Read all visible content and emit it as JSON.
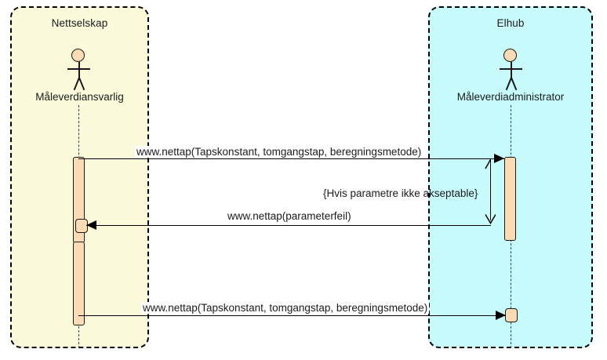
{
  "diagram": {
    "type": "uml-sequence-diagram",
    "partitions": [
      {
        "id": "nettselskap",
        "title": "Nettselskap",
        "color": "#FBFBDC",
        "actor": {
          "name": "Måleverdiansvarlig",
          "icon": "actor-stick-figure"
        }
      },
      {
        "id": "elhub",
        "title": "Elhub",
        "color": "#C8FCFC",
        "actor": {
          "name": "Måleverdiadministrator",
          "icon": "actor-stick-figure"
        }
      }
    ],
    "messages": [
      {
        "id": "m1",
        "label": "www.nettap(Tapskonstant, tomgangstap, beregningsmetode)",
        "from": "nettselskap",
        "to": "elhub",
        "direction": "right"
      },
      {
        "id": "guard1",
        "label": "{Hvis parametre ikke akseptable}",
        "kind": "guard-condition"
      },
      {
        "id": "m2",
        "label": "www.nettap(parameterfeil)",
        "from": "elhub",
        "to": "nettselskap",
        "direction": "left"
      },
      {
        "id": "m3",
        "label": "www.nettap(Tapskonstant, tomgangstap, beregningsmetode)",
        "from": "nettselskap",
        "to": "elhub",
        "direction": "right"
      }
    ],
    "colors": {
      "activation_fill": "#FCDCB4",
      "line": "#000000",
      "lifeline": "#27456b",
      "left_partition_fill": "#FBFBDC",
      "right_partition_fill": "#C8FCFC"
    }
  }
}
